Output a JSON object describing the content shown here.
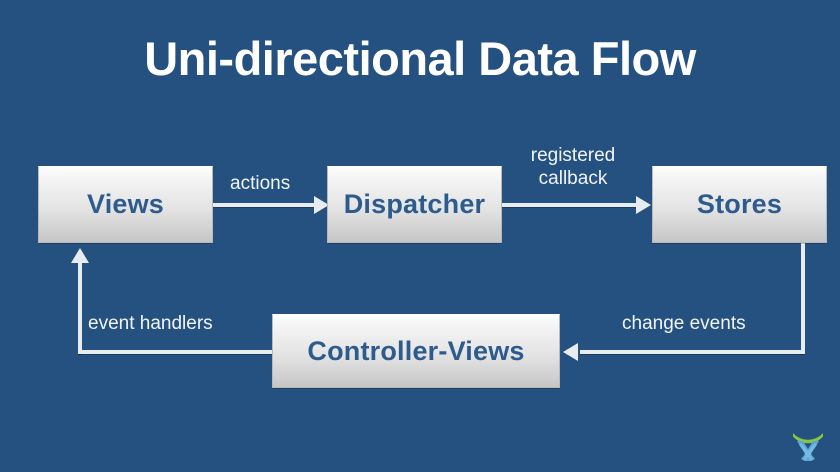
{
  "slide": {
    "title": "Uni-directional Data Flow",
    "background_color": "#245180",
    "title_color": "#ffffff"
  },
  "nodes": [
    {
      "id": "views",
      "label": "Views",
      "text_color": "#2d5b8e"
    },
    {
      "id": "dispatcher",
      "label": "Dispatcher",
      "text_color": "#2d5b8e"
    },
    {
      "id": "stores",
      "label": "Stores",
      "text_color": "#2d5b8e"
    },
    {
      "id": "controller",
      "label": "Controller-Views",
      "text_color": "#2d5b8e"
    }
  ],
  "edges": [
    {
      "id": "actions",
      "label": "actions",
      "from": "views",
      "to": "dispatcher",
      "direction": "right"
    },
    {
      "id": "callback",
      "label": "registered callback",
      "from": "dispatcher",
      "to": "stores",
      "direction": "right"
    },
    {
      "id": "change",
      "label": "change events",
      "from": "stores",
      "to": "controller",
      "direction": "left"
    },
    {
      "id": "event",
      "label": "event handlers",
      "from": "controller",
      "to": "views",
      "direction": "up"
    }
  ],
  "edge_labels": {
    "callback_line1": "registered",
    "callback_line2": "callback"
  },
  "logo": {
    "name": "x-arc-logo",
    "arc_color": "#8cc63f",
    "mark_color": "#5aa6d8"
  },
  "colors": {
    "connector": "#e8ecef",
    "box_gradient_top": "#fdfdfd",
    "box_gradient_bottom": "#c6c6c6"
  }
}
